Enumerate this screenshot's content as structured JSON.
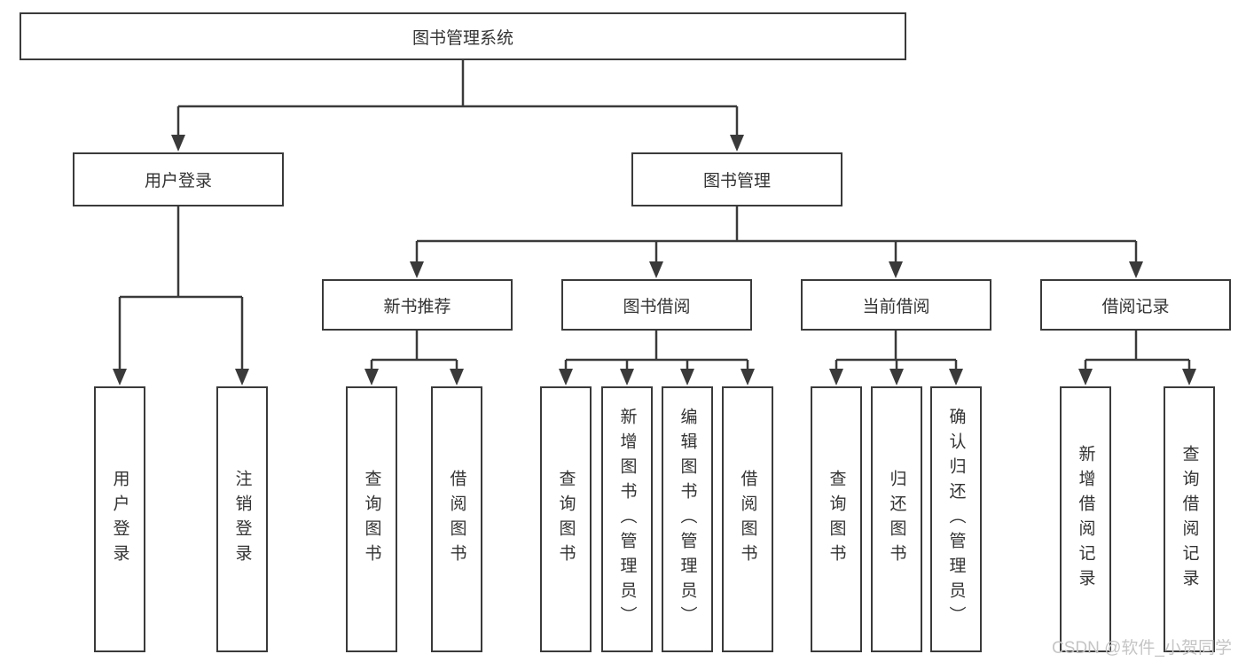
{
  "root": {
    "label": "图书管理系统"
  },
  "branches": {
    "user_login": {
      "label": "用户登录",
      "children": [
        "用户登录",
        "注销登录"
      ]
    },
    "book_mgmt": {
      "label": "图书管理",
      "sections": {
        "new_books": {
          "label": "新书推荐",
          "children": [
            "查询图书",
            "借阅图书"
          ]
        },
        "book_borrow": {
          "label": "图书借阅",
          "children": [
            "查询图书",
            "新增图书（管理员）",
            "编辑图书（管理员）",
            "借阅图书"
          ]
        },
        "current_borrow": {
          "label": "当前借阅",
          "children": [
            "查询图书",
            "归还图书",
            "确认归还（管理员）"
          ]
        },
        "borrow_records": {
          "label": "借阅记录",
          "children": [
            "新增借阅记录",
            "查询借阅记录"
          ]
        }
      }
    }
  },
  "watermark": "CSDN @软件_小贺同学",
  "colors": {
    "line": "#3a3a3a",
    "text": "#333333",
    "watermark": "#c5c5c5",
    "background": "#ffffff"
  }
}
